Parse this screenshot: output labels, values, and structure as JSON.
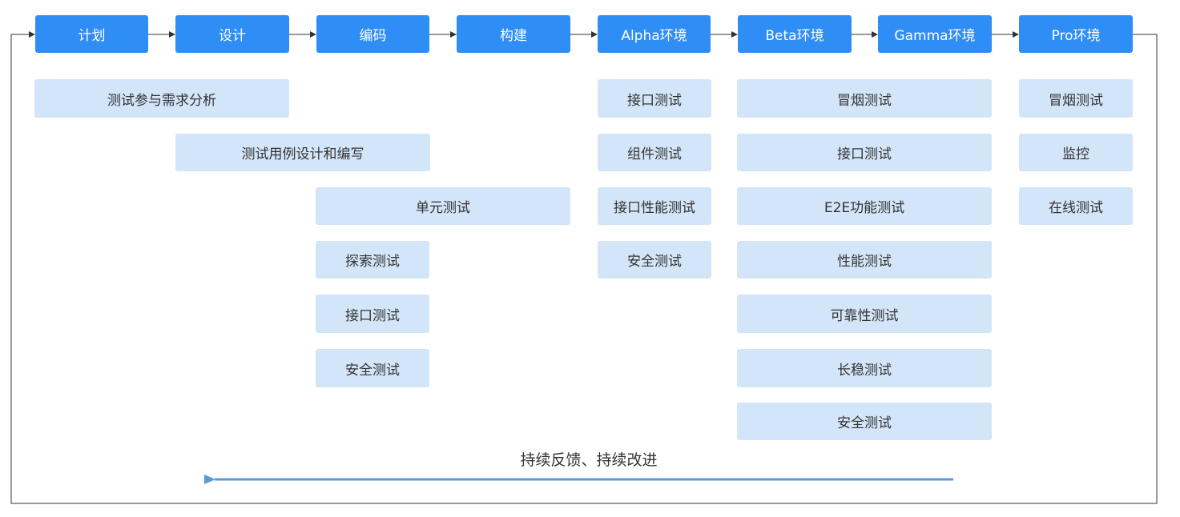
{
  "colors": {
    "stage_fill": "#2f8ef5",
    "stage_text": "#ffffff",
    "task_fill": "#d3e5f8",
    "task_text": "#333333",
    "connector": "#333333",
    "feedback_arrow": "#5b9bd5"
  },
  "stages": [
    {
      "id": "plan",
      "label": "计划"
    },
    {
      "id": "design",
      "label": "设计"
    },
    {
      "id": "code",
      "label": "编码"
    },
    {
      "id": "build",
      "label": "构建"
    },
    {
      "id": "alpha",
      "label": "Alpha环境"
    },
    {
      "id": "beta",
      "label": "Beta环境"
    },
    {
      "id": "gamma",
      "label": "Gamma环境"
    },
    {
      "id": "pro",
      "label": "Pro环境"
    }
  ],
  "tasks": [
    {
      "id": "req-analysis",
      "label": "测试参与需求分析"
    },
    {
      "id": "testcase-design",
      "label": "测试用例设计和编写"
    },
    {
      "id": "unit-test",
      "label": "单元测试"
    },
    {
      "id": "explore-test",
      "label": "探索测试"
    },
    {
      "id": "code-api-test",
      "label": "接口测试"
    },
    {
      "id": "code-security-test",
      "label": "安全测试"
    },
    {
      "id": "alpha-api-test",
      "label": "接口测试"
    },
    {
      "id": "alpha-component-test",
      "label": "组件测试"
    },
    {
      "id": "alpha-api-perf-test",
      "label": "接口性能测试"
    },
    {
      "id": "alpha-security-test",
      "label": "安全测试"
    },
    {
      "id": "beta-smoke-test",
      "label": "冒烟测试"
    },
    {
      "id": "beta-api-test",
      "label": "接口测试"
    },
    {
      "id": "beta-e2e-test",
      "label": "E2E功能测试"
    },
    {
      "id": "beta-perf-test",
      "label": "性能测试"
    },
    {
      "id": "beta-reliability-test",
      "label": "可靠性测试"
    },
    {
      "id": "beta-stability-test",
      "label": "长稳测试"
    },
    {
      "id": "beta-security-test",
      "label": "安全测试"
    },
    {
      "id": "pro-smoke-test",
      "label": "冒烟测试"
    },
    {
      "id": "pro-monitoring",
      "label": "监控"
    },
    {
      "id": "pro-online-test",
      "label": "在线测试"
    }
  ],
  "feedback": {
    "label": "持续反馈、持续改进"
  }
}
